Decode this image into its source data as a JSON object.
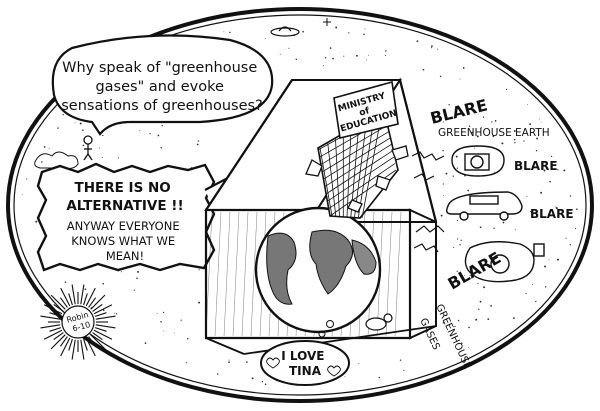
{
  "cartoon": {
    "speech_top": {
      "line1": "Why speak of \"greenhouse",
      "line2": "gases\" and evoke",
      "line3": "sensations of greenhouses?"
    },
    "speech_left": {
      "line1": "THERE IS NO",
      "line2": "ALTERNATIVE !!",
      "line3": "ANYWAY EVERYONE",
      "line4": "KNOWS WHAT WE",
      "line5": "MEAN!"
    },
    "building_sign": {
      "line1": "MINISTRY",
      "line2": "of",
      "line3": "EDUCATION"
    },
    "blare_labels": {
      "blare1": "BLARE",
      "greenhouse_earth": "GREENHOUSE EARTH",
      "blare2": "BLARE",
      "blare3": "BLARE",
      "blare4": "BLARE",
      "greenhouse_gases_1": "GREENHOUSE",
      "greenhouse_gases_2": "GASES"
    },
    "bottom_bubble": {
      "line1": "I LOVE",
      "line2": "TINA"
    },
    "signature": {
      "line1": "Robin",
      "line2": "6-10"
    }
  }
}
